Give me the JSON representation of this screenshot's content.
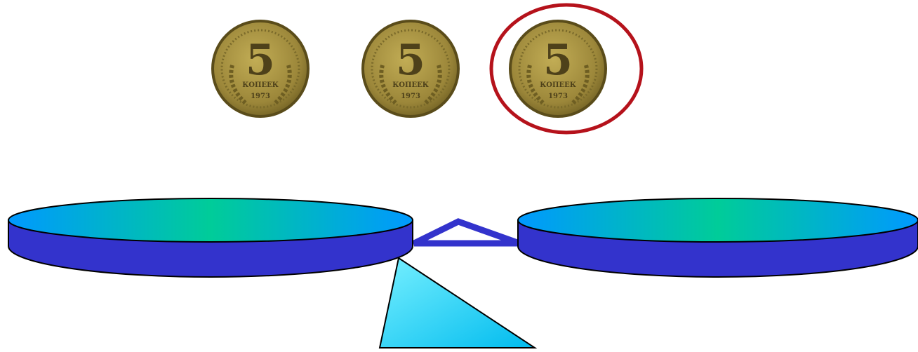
{
  "coins": [
    {
      "denomination": "5",
      "word": "КОПЕЕК",
      "year": "1973",
      "highlighted": false
    },
    {
      "denomination": "5",
      "word": "КОПЕЕК",
      "year": "1973",
      "highlighted": false
    },
    {
      "denomination": "5",
      "word": "КОПЕЕК",
      "year": "1973",
      "highlighted": true
    }
  ],
  "colors": {
    "coin_face": "#a8933f",
    "coin_rim": "#6e5e22",
    "coin_dark": "#5a4c1a",
    "highlight_ring": "#b5121b",
    "pan_side": "#3333cc",
    "pan_top_center": "#00cc99",
    "pan_top_edge": "#0099ff",
    "beam": "#3333cc",
    "stand_light": "#66eeff",
    "stand_dark": "#00bbee"
  }
}
